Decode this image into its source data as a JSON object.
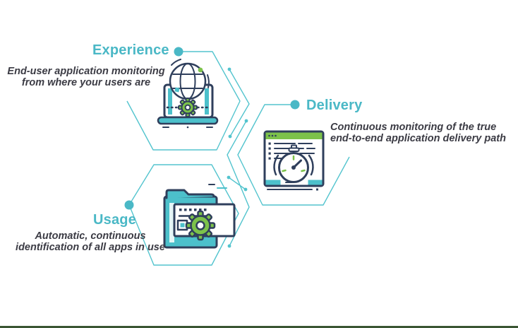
{
  "colors": {
    "accent": "#53c4ce",
    "label": "#4ab8c6",
    "text": "#3b3b44",
    "icon_navy": "#2f3f5c",
    "icon_green": "#7cc24a",
    "icon_teal": "#4cc0cb",
    "bottom_bar": "#3a5533",
    "background": "#ffffff"
  },
  "nodes": [
    {
      "id": "experience",
      "label": "Experience",
      "icon": "laptop-globe-gear-icon",
      "lines": [
        "End-user application monitoring",
        "from where your users are"
      ]
    },
    {
      "id": "delivery",
      "label": "Delivery",
      "icon": "browser-speedometer-icon",
      "lines": [
        "Continuous monitoring of the true",
        "end-to-end application delivery path"
      ]
    },
    {
      "id": "usage",
      "label": "Usage",
      "icon": "folder-gear-icon",
      "lines": [
        "Automatic, continuous",
        "identification of all apps in use"
      ]
    }
  ]
}
